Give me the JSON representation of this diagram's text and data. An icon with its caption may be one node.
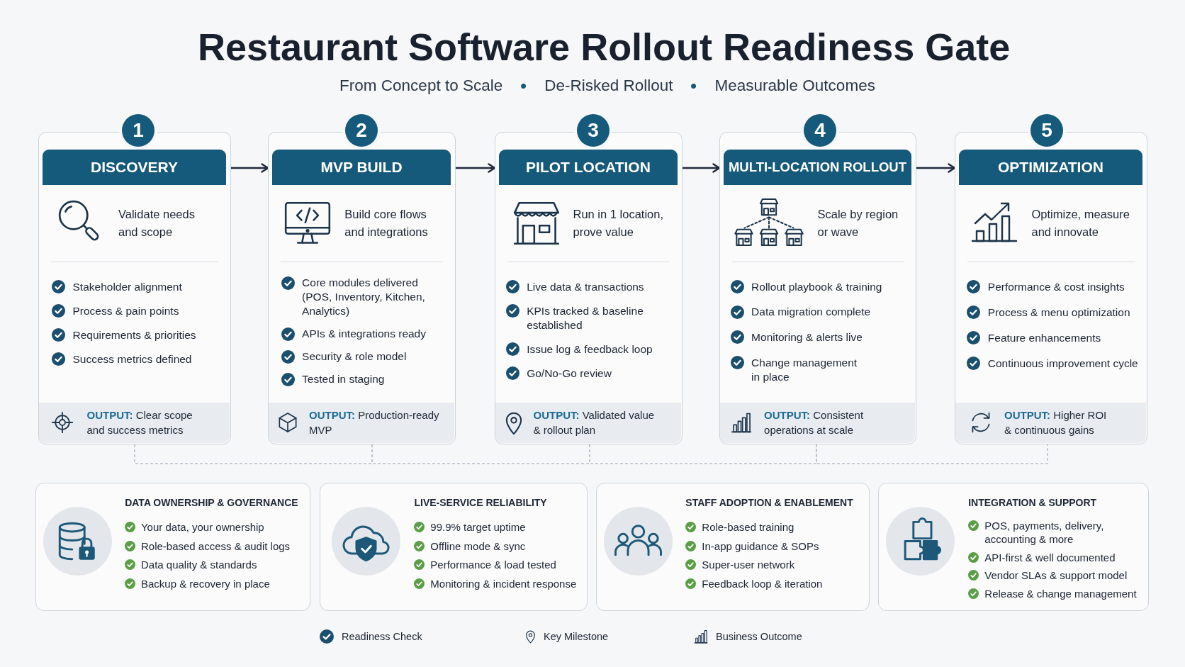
{
  "diagram": {
    "title": "Restaurant Software Rollout Readiness Gate",
    "nodes": [
      {
        "text": [
          "1"
        ]
      },
      {
        "text": [
          "Validate needs and scope",
          "Stakeholder alignment",
          "Process & pain points",
          "Requirements & priorities",
          "Success metrics defined"
        ]
      },
      {
        "text": [
          "DISCOVERY"
        ],
        "in": 1
      },
      {
        "text": [
          "**OUTPUT:** Clear scope and success metrics"
        ],
        "in": 1
      },
      {
        "text": [
          "2"
        ]
      },
      {
        "text": [
          "Build core flows and integrations",
          "Core modules delivered (POS, Inventory, Kitchen, Analytics)",
          "APIs & integrations ready",
          "Security & role model",
          "Tested in staging"
        ]
      },
      {
        "text": [
          "MVP BUILD"
        ],
        "in": 5
      },
      {
        "text": [
          "**OUTPUT:** Production-ready MVP"
        ],
        "in": 5
      },
      {
        "text": [
          "3"
        ]
      },
      {
        "text": [
          "Run in 1 location, prove value",
          "Live data & transactions",
          "KPIs tracked & baseline established",
          "Issue log & feedback loop",
          "Go/No-Go review"
        ]
      },
      {
        "text": [
          "PILOT LOCATION"
        ],
        "in": 9
      },
      {
        "text": [
          "**OUTPUT:** Validated value & rollout plan"
        ],
        "in": 9
      },
      {
        "text": [
          "4"
        ]
      },
      {
        "text": [
          "Scale by region or wave",
          "Rollout playbook & training",
          "Data migration complete",
          "Monitoring & alerts live",
          "Change management in place"
        ]
      },
      {
        "text": [
          "MULTI-LOCATION ROLLOUT"
        ],
        "in": 13
      },
      {
        "text": [
          "**OUTPUT:** Consistent operations at scale"
        ],
        "in": 13
      },
      {
        "text": [
          "5"
        ]
      },
      {
        "text": [
          "Optimize, measure and innovate",
          "Performance & cost insights",
          "Process & menu optimization",
          "Feature enhancements",
          "Continuous improvement cycle"
        ]
      },
      {
        "text": [
          "OPTIMIZATION"
        ],
        "in": 17
      },
      {
        "text": [
          "**OUTPUT:** Higher ROI & continuous gains"
        ],
        "in": 17
      },
      {
        "text": [
          "DATA OWNERSHIP & GOVERNANCE",
          "Your data, your ownership",
          "Role-based access & audit logs",
          "Data quality & standards",
          "Backup & recovery in place"
        ]
      },
      {
        "text": [
          "LIVE-SERVICE RELIABILITY",
          "99.9% target uptime",
          "Offline mode & sync",
          "Performance & load tested",
          "Monitoring & incident response"
        ]
      },
      {
        "text": [
          "STAFF ADOPTION & ENABLEMENT",
          "Role-based training",
          "In-app guidance & SOPs",
          "Super-user network",
          "Feedback loop & iteration"
        ]
      },
      {
        "text": [
          "INTEGRATION & SUPPORT",
          "POS, payments, delivery, accounting & more",
          "API-first & well documented",
          "Vendor SLAs & support model",
          "Release & change management"
        ]
      }
    ],
    "edges": [
      {
        "from": 1,
        "to": 5,
        "arrow": "to"
      },
      {
        "from": 5,
        "to": 9,
        "arrow": "to"
      },
      {
        "from": 9,
        "to": 13,
        "arrow": "to"
      },
      {
        "from": 13,
        "to": 17,
        "arrow": "to"
      },
      {
        "from": 1,
        "to": 5,
        "arrow": "none",
        "style": "dashed",
        "color": "#b8c0c9"
      },
      {
        "from": 5,
        "to": 9,
        "arrow": "none",
        "style": "dashed",
        "color": "#b8c0c9"
      },
      {
        "from": 9,
        "to": 13,
        "arrow": "none",
        "style": "dashed",
        "color": "#b8c0c9"
      },
      {
        "from": 13,
        "to": 17,
        "arrow": "none",
        "style": "dashed",
        "color": "#b8c0c9"
      }
    ],
    "labels": [
      "From Concept to Scale",
      "De-Risked Rollout",
      "Measurable Outcomes"
    ],
    "legend": [
      {
        "text": "Readiness Check"
      },
      {
        "text": "Key Milestone"
      },
      {
        "text": "Business Outcome"
      }
    ]
  }
}
